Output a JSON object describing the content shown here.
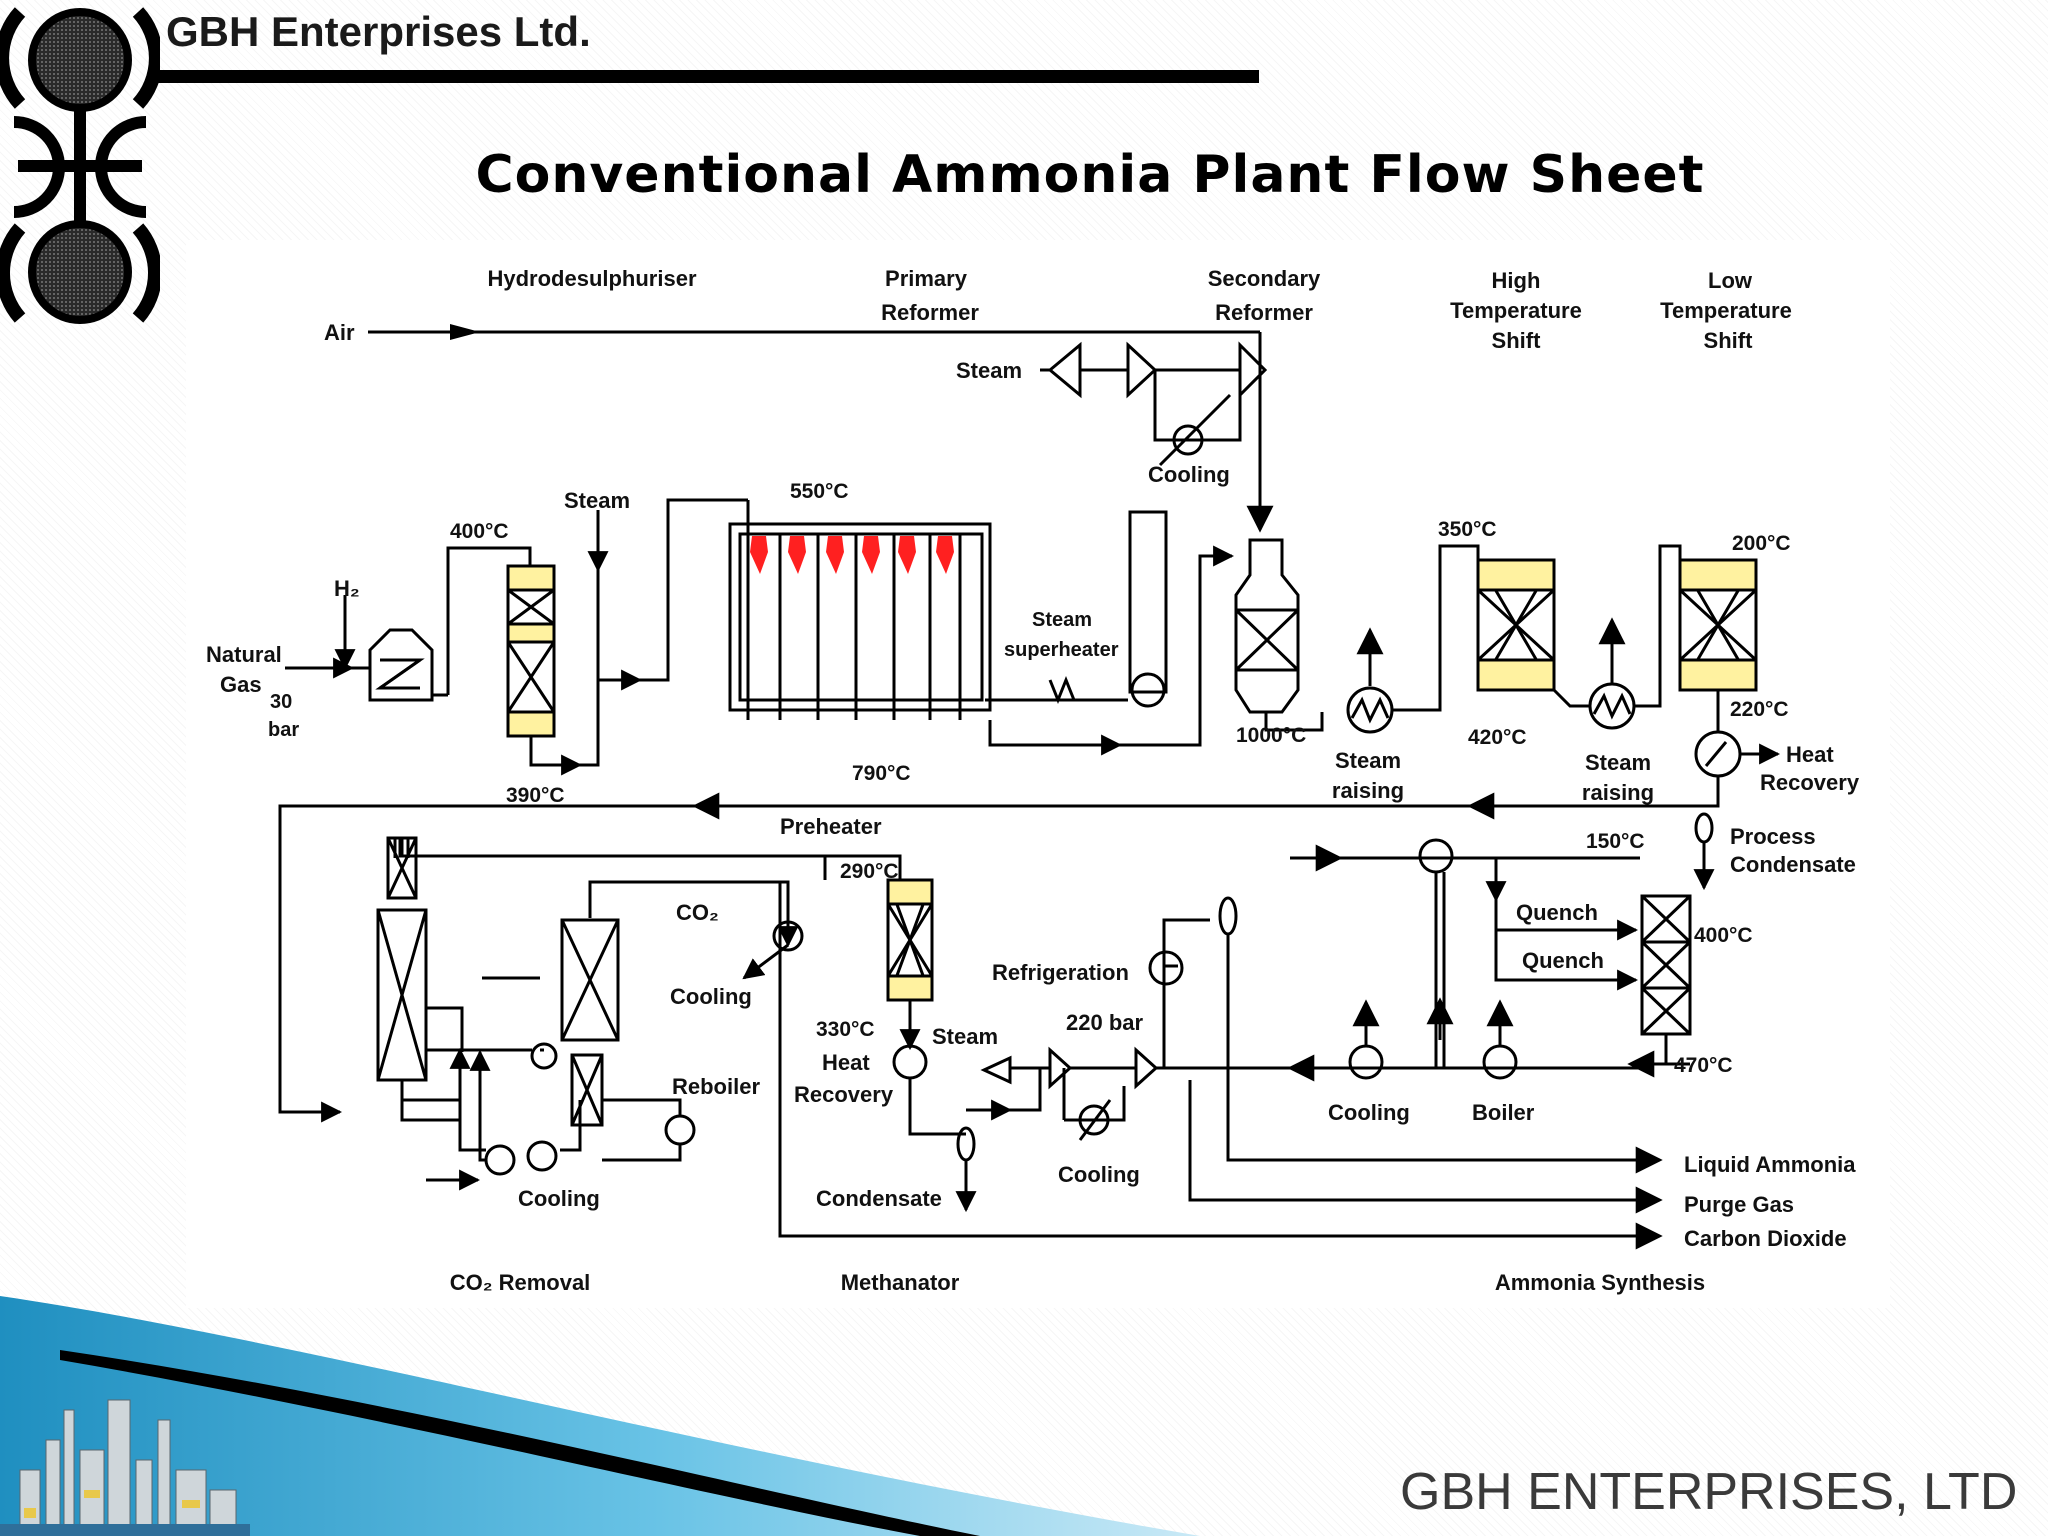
{
  "header": {
    "company_name": "GBH Enterprises Ltd.",
    "logo_icon": "gbh-logo-icon"
  },
  "slide": {
    "title": "Conventional Ammonia Plant Flow Sheet"
  },
  "diagram": {
    "section_labels": {
      "hydrodesulphuriser": "Hydrodesulphuriser",
      "primary_reformer": [
        "Primary",
        "Reformer"
      ],
      "secondary_reformer": [
        "Secondary",
        "Reformer"
      ],
      "ht_shift": [
        "High",
        "Temperature",
        "Shift"
      ],
      "lt_shift": [
        "Low",
        "Temperature",
        "Shift"
      ],
      "co2_removal": "CO₂ Removal",
      "methanator": "Methanator",
      "ammonia_synthesis": "Ammonia Synthesis"
    },
    "stream_labels": {
      "air": "Air",
      "natural_gas": [
        "Natural",
        "Gas"
      ],
      "pressure_30": "30",
      "bar": "bar",
      "h2": "H₂",
      "steam_top": "Steam",
      "steam_hds": "Steam",
      "steam_meth": "Steam",
      "cooling_top": "Cooling",
      "steam_superheater": [
        "Steam",
        "superheater"
      ],
      "steam_raising_1": [
        "Steam",
        "raising"
      ],
      "steam_raising_2": [
        "Steam",
        "raising"
      ],
      "heat_recovery_1": [
        "Heat",
        "Recovery"
      ],
      "process_condensate": [
        "Process",
        "Condensate"
      ],
      "preheater": "Preheater",
      "co2": "CO₂",
      "cooling_co2": "Cooling",
      "reboiler": "Reboiler",
      "cooling_bottom": "Cooling",
      "heat_recovery_2": [
        "Heat",
        "Recovery"
      ],
      "condensate": "Condensate",
      "refrigeration": "Refrigeration",
      "pressure_220": "220 bar",
      "cooling_comp": "Cooling",
      "cooling_synth": "Cooling",
      "boiler": "Boiler",
      "quench_1": "Quench",
      "quench_2": "Quench"
    },
    "temperatures": {
      "t400_hds": "400°C",
      "t390": "390°C",
      "t550": "550°C",
      "t790": "790°C",
      "t1000": "1000°C",
      "t350": "350°C",
      "t420": "420°C",
      "t200": "200°C",
      "t220": "220°C",
      "t290": "290°C",
      "t330": "330°C",
      "t150": "150°C",
      "t400_conv": "400°C",
      "t470": "470°C"
    },
    "products": {
      "liquid_ammonia": "Liquid Ammonia",
      "purge_gas": "Purge Gas",
      "carbon_dioxide": "Carbon Dioxide"
    },
    "colors": {
      "catalyst_fill": "#fff2a0",
      "burner_flame": "#ff2020",
      "line": "#000000"
    }
  },
  "footer": {
    "company_name": "GBH ENTERPRISES, LTD",
    "skyline_graphic": "refinery-skyline-graphic"
  }
}
